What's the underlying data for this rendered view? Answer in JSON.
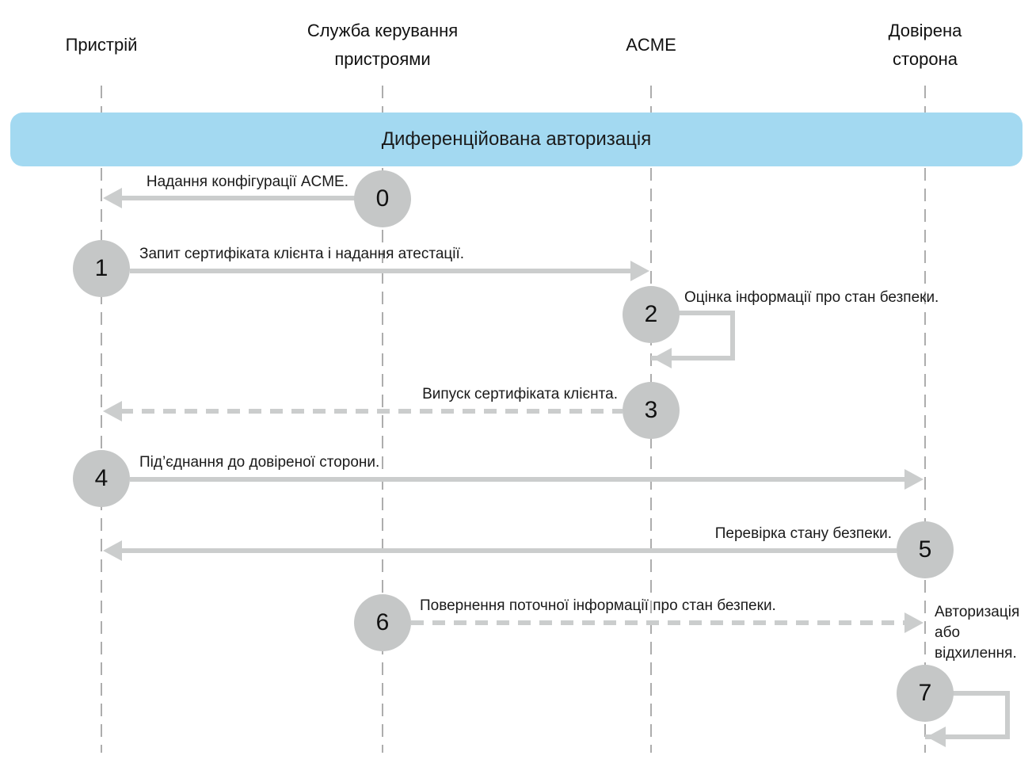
{
  "diagram": {
    "title": "Диференційована авторизація",
    "actors": [
      {
        "name": "Пристрій"
      },
      {
        "name": "Служба керування пристроями"
      },
      {
        "name": "ACME"
      },
      {
        "name": "Довірена сторона"
      }
    ],
    "steps": [
      {
        "number": "0",
        "label": "Надання конфігурації ACME.",
        "from": "Служба керування пристроями",
        "to": "Пристрій",
        "style": "solid"
      },
      {
        "number": "1",
        "label": "Запит сертифіката клієнта і надання атестації.",
        "from": "Пристрій",
        "to": "ACME",
        "style": "solid"
      },
      {
        "number": "2",
        "label": "Оцінка інформації про стан безпеки.",
        "from": "ACME",
        "to": "ACME",
        "style": "self-loop"
      },
      {
        "number": "3",
        "label": "Випуск сертифіката клієнта.",
        "from": "ACME",
        "to": "Пристрій",
        "style": "dashed"
      },
      {
        "number": "4",
        "label": "Під’єднання до довіреної сторони.",
        "from": "Пристрій",
        "to": "Довірена сторона",
        "style": "solid"
      },
      {
        "number": "5",
        "label": "Перевірка стану безпеки.",
        "from": "Довірена сторона",
        "to": "Пристрій",
        "style": "solid"
      },
      {
        "number": "6",
        "label": "Повернення поточної інформації про стан безпеки.",
        "from": "Служба керування пристроями",
        "to": "Довірена сторона",
        "style": "dashed"
      },
      {
        "number": "7",
        "label": "Авторизація або відхилення.",
        "from": "Довірена сторона",
        "to": "Довірена сторона",
        "style": "self-loop"
      }
    ],
    "colors": {
      "banner": "#a3d9f1",
      "circle": "#c5c7c7",
      "arrow": "#cbcdcd",
      "lifeline": "#adadad"
    }
  }
}
